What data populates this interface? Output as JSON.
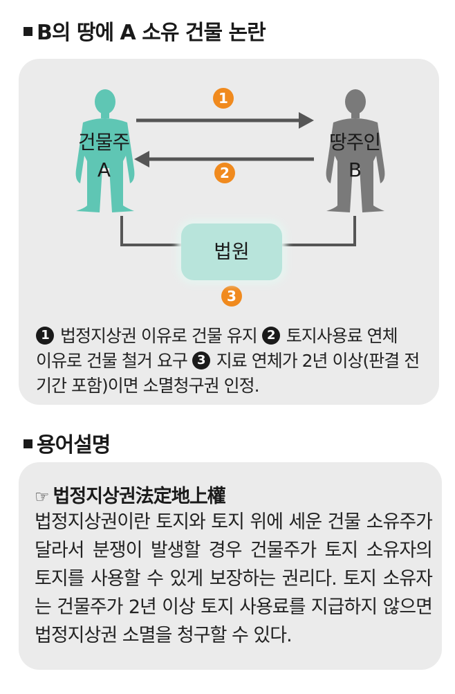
{
  "diagram": {
    "title": "B의 땅에 A 소유 건물 논란",
    "person_a": {
      "line1": "건물주",
      "line2": "A",
      "color": "#5fc6b4"
    },
    "person_b": {
      "line1": "땅주인",
      "line2": "B",
      "color": "#7a7a7a"
    },
    "court_label": "법원",
    "steps": {
      "s1": "1",
      "s2": "2",
      "s3": "3"
    },
    "caption": {
      "n1": "1",
      "t1": "법정지상권 이유로 건물 유지",
      "n2": "2",
      "t2": "토지사용료 연체 이유로 건물 철거 요구",
      "n3": "3",
      "t3": "지료 연체가 2년 이상(판결 전 기간 포함)이면 소멸청구권 인정."
    }
  },
  "glossary": {
    "title": "용어설명",
    "icon": "pointing-hand-icon",
    "term": "법정지상권法定地上權",
    "definition": "법정지상권이란 토지와 토지 위에 세운 건물 소유주가 달라서 분쟁이 발생할 경우 건물주가 토지 소유자의 토지를 사용할 수 있게 보장하는 권리다. 토지 소유자는 건물주가 2년 이상 토지 사용료를 지급하지 않으면 법정지상권 소멸을 청구할 수 있다."
  },
  "colors": {
    "panel": "#ebebeb",
    "accent_orange": "#f08a1e",
    "arrow": "#555555",
    "court_fill": "#b8e4db"
  }
}
